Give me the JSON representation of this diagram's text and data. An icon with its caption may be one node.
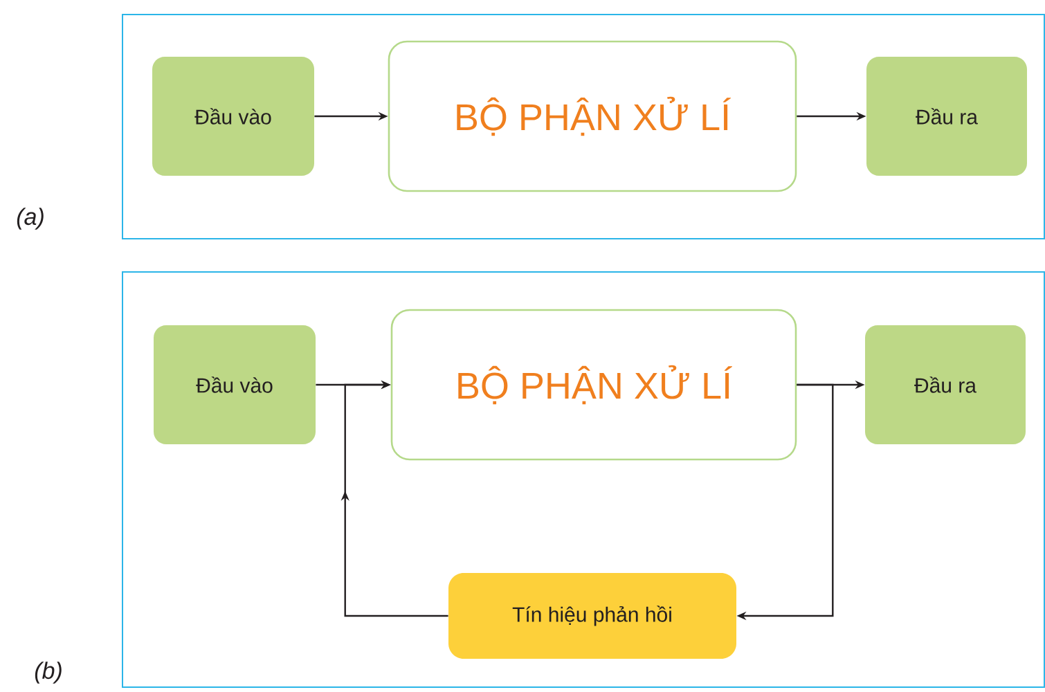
{
  "diagram": {
    "nodes": [
      {
        "text": [
          "(a)"
        ]
      },
      {
        "text": [
          "Đầu vào"
        ],
        "in": 0
      },
      {
        "text": [
          "BỘ PHẬN XỬ LÍ"
        ],
        "in": 0
      },
      {
        "text": [
          "Đầu ra"
        ],
        "in": 0
      },
      {
        "text": [
          "(b)"
        ]
      },
      {
        "text": [
          "Đầu vào"
        ],
        "in": 4
      },
      {
        "text": [
          "BỘ PHẬN XỬ LÍ"
        ],
        "in": 4
      },
      {
        "text": [
          "Đầu ra"
        ],
        "in": 4
      },
      {
        "text": [
          "Tín hiệu phản hồi"
        ],
        "in": 4
      }
    ],
    "edges": [
      {
        "from": 1,
        "to": 2,
        "arrow": "to"
      },
      {
        "from": 2,
        "to": 3,
        "arrow": "to"
      },
      {
        "from": 5,
        "to": 6,
        "arrow": "to"
      },
      {
        "from": 6,
        "to": 7,
        "arrow": "to"
      },
      {
        "from": 6,
        "to": 8,
        "arrow": "to"
      },
      {
        "from": 8,
        "to": 6,
        "arrow": "to"
      }
    ]
  }
}
